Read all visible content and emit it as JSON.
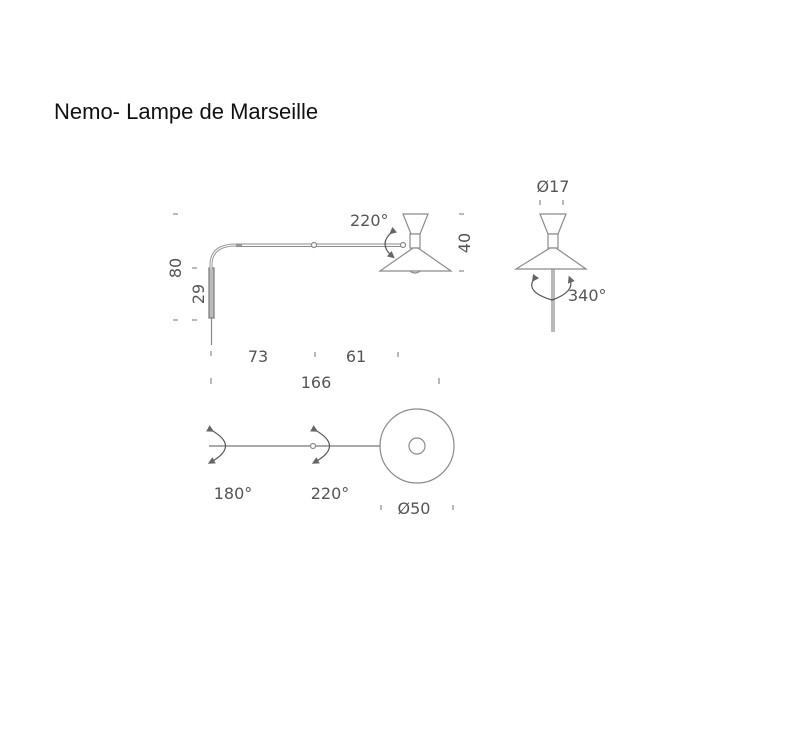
{
  "title": "Nemo- Lampe de Marseille",
  "colors": {
    "line": "#8a8a8a",
    "text": "#555555",
    "title": "#111111"
  },
  "side_view": {
    "rotation_label": "220°",
    "height_total": "80",
    "height_wall": "29",
    "shade_height": "40",
    "segment_1": "73",
    "segment_2": "61",
    "total_length": "166"
  },
  "front_view": {
    "diameter_top": "Ø17",
    "rotation_label": "340°"
  },
  "top_view": {
    "rotation_wall": "180°",
    "rotation_joint": "220°",
    "diameter_shade": "Ø50"
  }
}
